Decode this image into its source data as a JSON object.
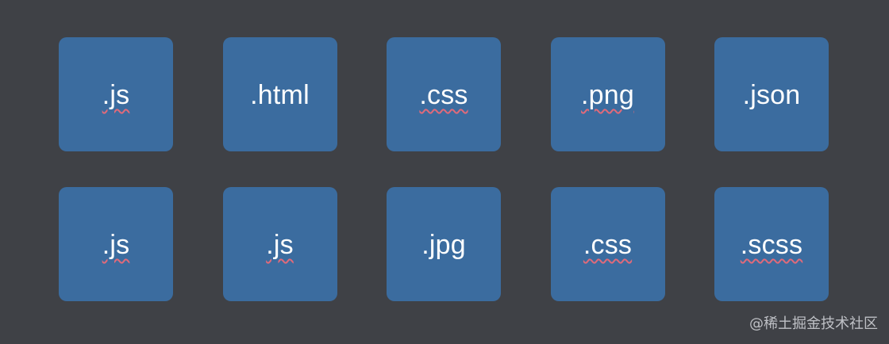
{
  "tiles": [
    {
      "label": ".js",
      "spellcheck": true
    },
    {
      "label": ".html",
      "spellcheck": false
    },
    {
      "label": ".css",
      "spellcheck": true
    },
    {
      "label": ".png",
      "spellcheck": true
    },
    {
      "label": ".json",
      "spellcheck": false
    },
    {
      "label": ".js",
      "spellcheck": true
    },
    {
      "label": ".js",
      "spellcheck": true
    },
    {
      "label": ".jpg",
      "spellcheck": false
    },
    {
      "label": ".css",
      "spellcheck": true
    },
    {
      "label": ".scss",
      "spellcheck": true
    }
  ],
  "watermark": "@稀土掘金技术社区",
  "colors": {
    "background": "#3f4146",
    "tile": "#3b6c9f",
    "text": "#ffffff",
    "spellcheck_underline": "#e06a7a"
  }
}
